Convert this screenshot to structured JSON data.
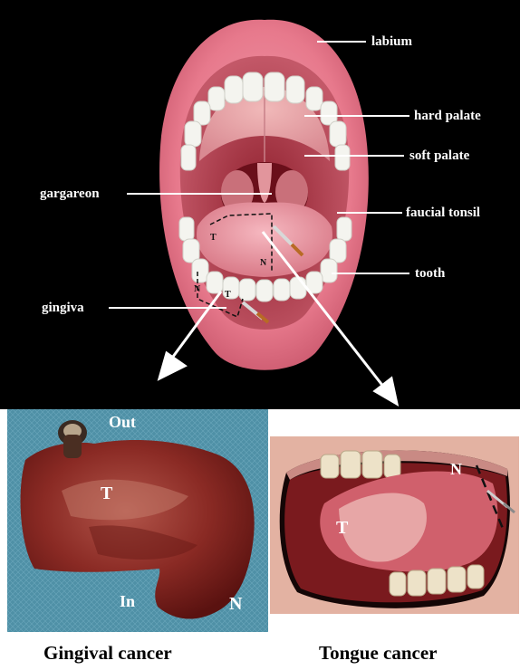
{
  "diagram": {
    "labels": {
      "labium": "labium",
      "hard_palate": "hard palate",
      "soft_palate": "soft palate",
      "gargareon": "gargareon",
      "faucial_tonsil": "faucial tonsil",
      "tooth": "tooth",
      "gingiva": "gingiva"
    },
    "markers": {
      "tongue_t": "T",
      "tongue_n": "N",
      "gum_n": "N",
      "gum_t": "T"
    }
  },
  "photo_gingival": {
    "out": "Out",
    "t": "T",
    "in": "In",
    "n": "N",
    "caption": "Gingival cancer"
  },
  "photo_tongue": {
    "n": "N",
    "t": "T",
    "caption": "Tongue cancer"
  },
  "colors": {
    "background_top": "#000000",
    "lip": "#e46e83",
    "inner_mouth": "#b23d4b",
    "teeth": "#f4f4ef",
    "tongue": "#e58c97",
    "specimen_bg": "#4f90a6",
    "tissue": "#7a1f1c",
    "arrow": "#ffffff"
  }
}
